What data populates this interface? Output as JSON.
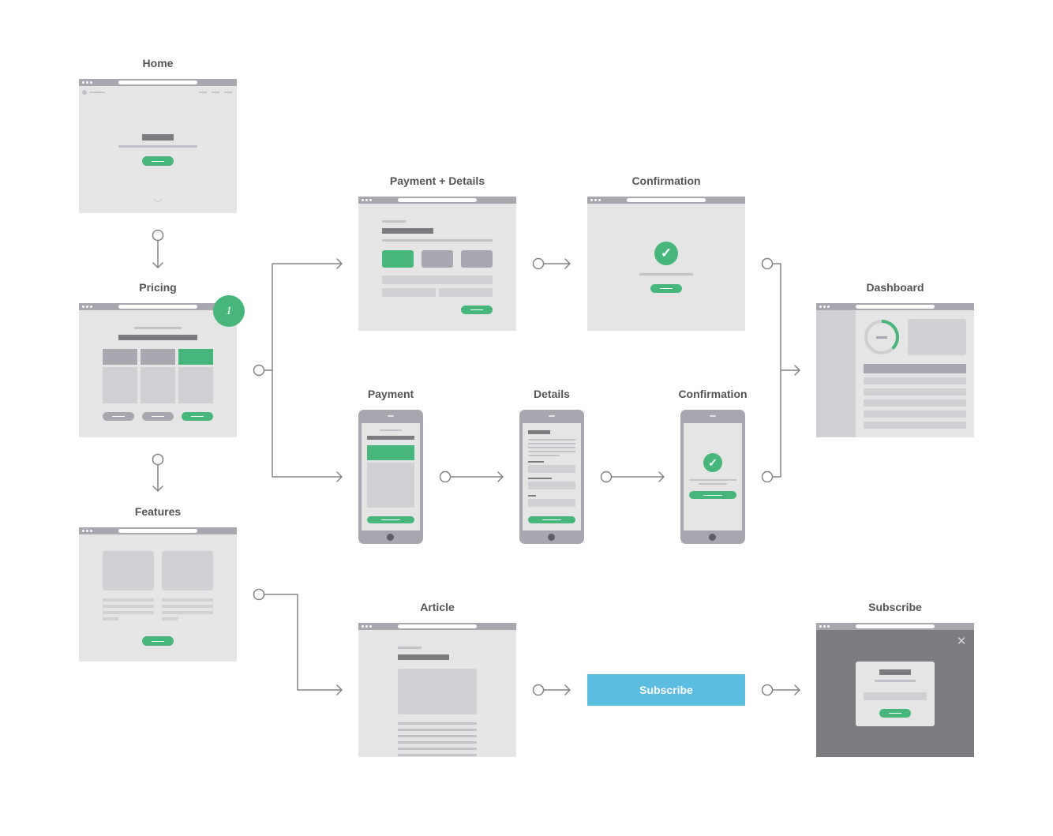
{
  "title": "",
  "screens": {
    "home": "Home",
    "pricing": "Pricing",
    "features": "Features",
    "payment_details": "Payment + Details",
    "confirmation_desktop": "Confirmation",
    "dashboard": "Dashboard",
    "payment_mobile": "Payment",
    "details_mobile": "Details",
    "confirmation_mobile": "Confirmation",
    "article": "Article",
    "subscribe": "Subscribe"
  },
  "badge_number": "1",
  "subscribe_button_label": "Subscribe",
  "close_icon_glyph": "✕",
  "check_icon_glyph": "✓",
  "chevron_icon_glyph": "⌵",
  "flows": [
    {
      "from": "Home",
      "to": "Pricing"
    },
    {
      "from": "Pricing",
      "to": "Features"
    },
    {
      "from": "Pricing",
      "to": "Payment + Details"
    },
    {
      "from": "Pricing",
      "to": "Payment"
    },
    {
      "from": "Features",
      "to": "Article"
    },
    {
      "from": "Payment + Details",
      "to": "Confirmation"
    },
    {
      "from": "Payment",
      "to": "Details"
    },
    {
      "from": "Details",
      "to": "Confirmation"
    },
    {
      "from": "Confirmation",
      "to": "Dashboard"
    },
    {
      "from": "Article",
      "to": "Subscribe"
    },
    {
      "from": "Subscribe",
      "to": "Subscribe"
    }
  ],
  "colors": {
    "frame": "#e5e5e5",
    "chrome": "#a8a7b0",
    "accent_green": "#46b67a",
    "subscribe_blue": "#5bbde0",
    "modal_overlay": "#7b7c80",
    "connector": "#838383",
    "label_text": "#545454"
  }
}
